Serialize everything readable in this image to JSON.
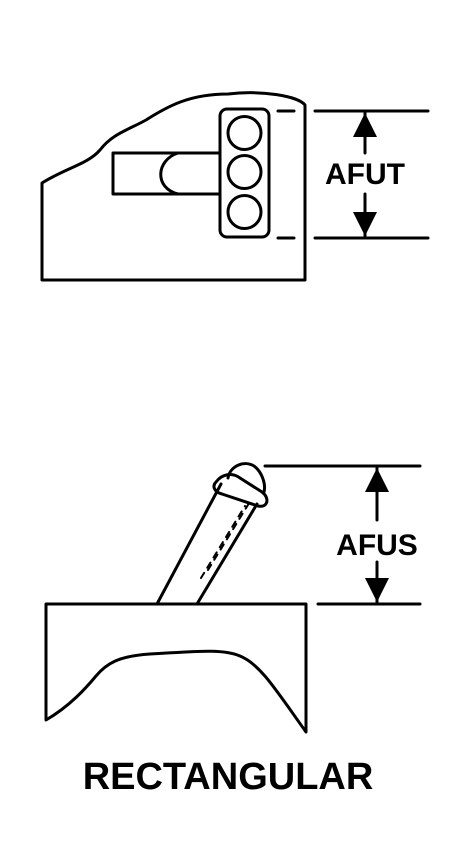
{
  "top_view": {
    "dimension_label": "AFUT"
  },
  "bottom_view": {
    "dimension_label": "AFUS"
  },
  "caption": "RECTANGULAR",
  "colors": {
    "ink": "#000000",
    "background": "#ffffff"
  }
}
